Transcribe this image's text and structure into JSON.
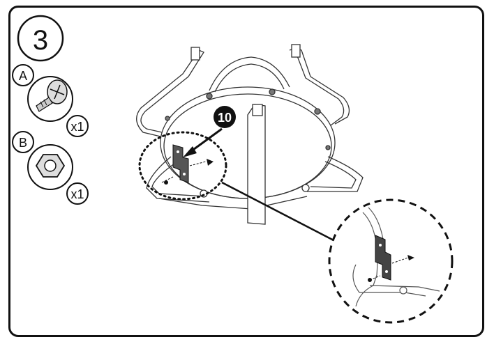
{
  "step": {
    "number": "3"
  },
  "parts": [
    {
      "letter": "A",
      "qty": "x1",
      "icon": "bolt-icon"
    },
    {
      "letter": "B",
      "qty": "x1",
      "icon": "hex-nut-icon"
    }
  ],
  "callout": {
    "label": "10"
  }
}
